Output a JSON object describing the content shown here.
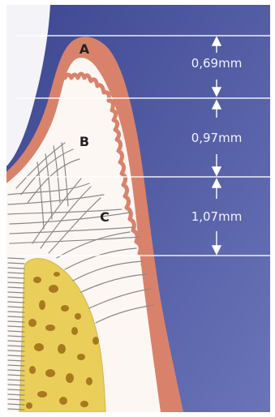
{
  "regions": {
    "a": "A",
    "b": "B",
    "c": "C"
  },
  "measurements": [
    {
      "label": "0,69mm",
      "value": 0.69,
      "unit": "mm"
    },
    {
      "label": "0,97mm",
      "value": 0.97,
      "unit": "mm"
    },
    {
      "label": "1,07mm",
      "value": 1.07,
      "unit": "mm"
    }
  ],
  "colors": {
    "background": "#4e58a0",
    "epithelium": "#d9826b",
    "connective_tissue": "#fdf7f4",
    "bone": "#e9cf5a",
    "bone_pores": "#a8791f",
    "tooth": "#ffffff",
    "fibers": "#8a8a8a",
    "guide_lines": "#ffffff"
  }
}
